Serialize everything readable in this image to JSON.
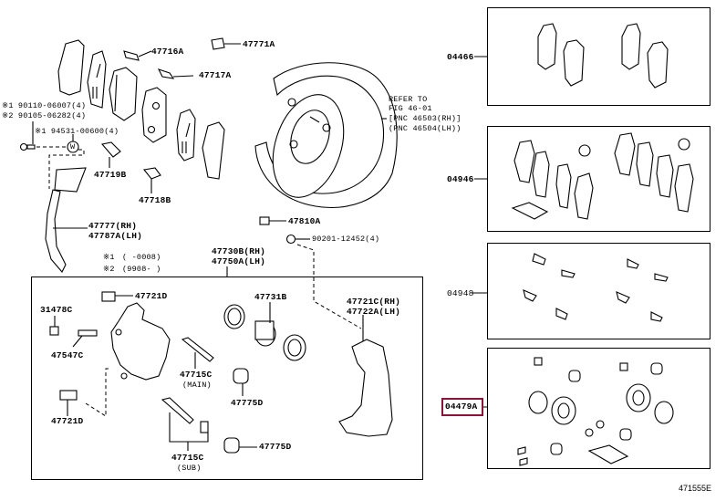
{
  "diagram": {
    "title": "Disc brake caliper and pads exploded parts diagram",
    "figure_id": "471555E",
    "highlight_color": "#8b1538",
    "notes": {
      "note1_marker": "※1",
      "note1_range": "(      -0008)",
      "note2_marker": "※2",
      "note2_range": "(9908-      )"
    },
    "callouts": {
      "p47716A": "47716A",
      "p47771A": "47771A",
      "p47717A": "47717A",
      "fastener1": "※1 90110-06007(4)",
      "fastener2": "※2 90105-06282(4)",
      "washer": "※1 94531-00600(4)",
      "washer_symbol": "W",
      "p47719B": "47719B",
      "p47718B": "47718B",
      "shield_rh": "47777(RH)",
      "shield_lh": "47787A(LH)",
      "refer_line1": "REFER TO",
      "refer_line2": "FIG 46-01",
      "refer_line3": "[PNC 46503(RH)]",
      "refer_line4": "(PNC 46504(LH))",
      "p47810A": "47810A",
      "nut": "90201-12452(4)",
      "caliper_rh": "47730B(RH)",
      "caliper_lh": "47750A(LH)",
      "p47721D_top": "47721D",
      "p31478C": "31478C",
      "p47547C": "47547C",
      "p47721D_bottom": "47721D",
      "p47731B": "47731B",
      "pin_main": "47715C",
      "pin_main_sub": "(MAIN)",
      "boot_upper": "47775D",
      "pin_sub": "47715C",
      "pin_sub_sub": "(SUB)",
      "boot_lower": "47775D",
      "mount_rh": "47721C(RH)",
      "mount_lh": "47722A(LH)"
    },
    "kits": [
      {
        "part_number": "04466",
        "highlighted": false
      },
      {
        "part_number": "04946",
        "highlighted": false
      },
      {
        "part_number": "04948",
        "highlighted": false
      },
      {
        "part_number": "04479A",
        "highlighted": true
      }
    ]
  }
}
